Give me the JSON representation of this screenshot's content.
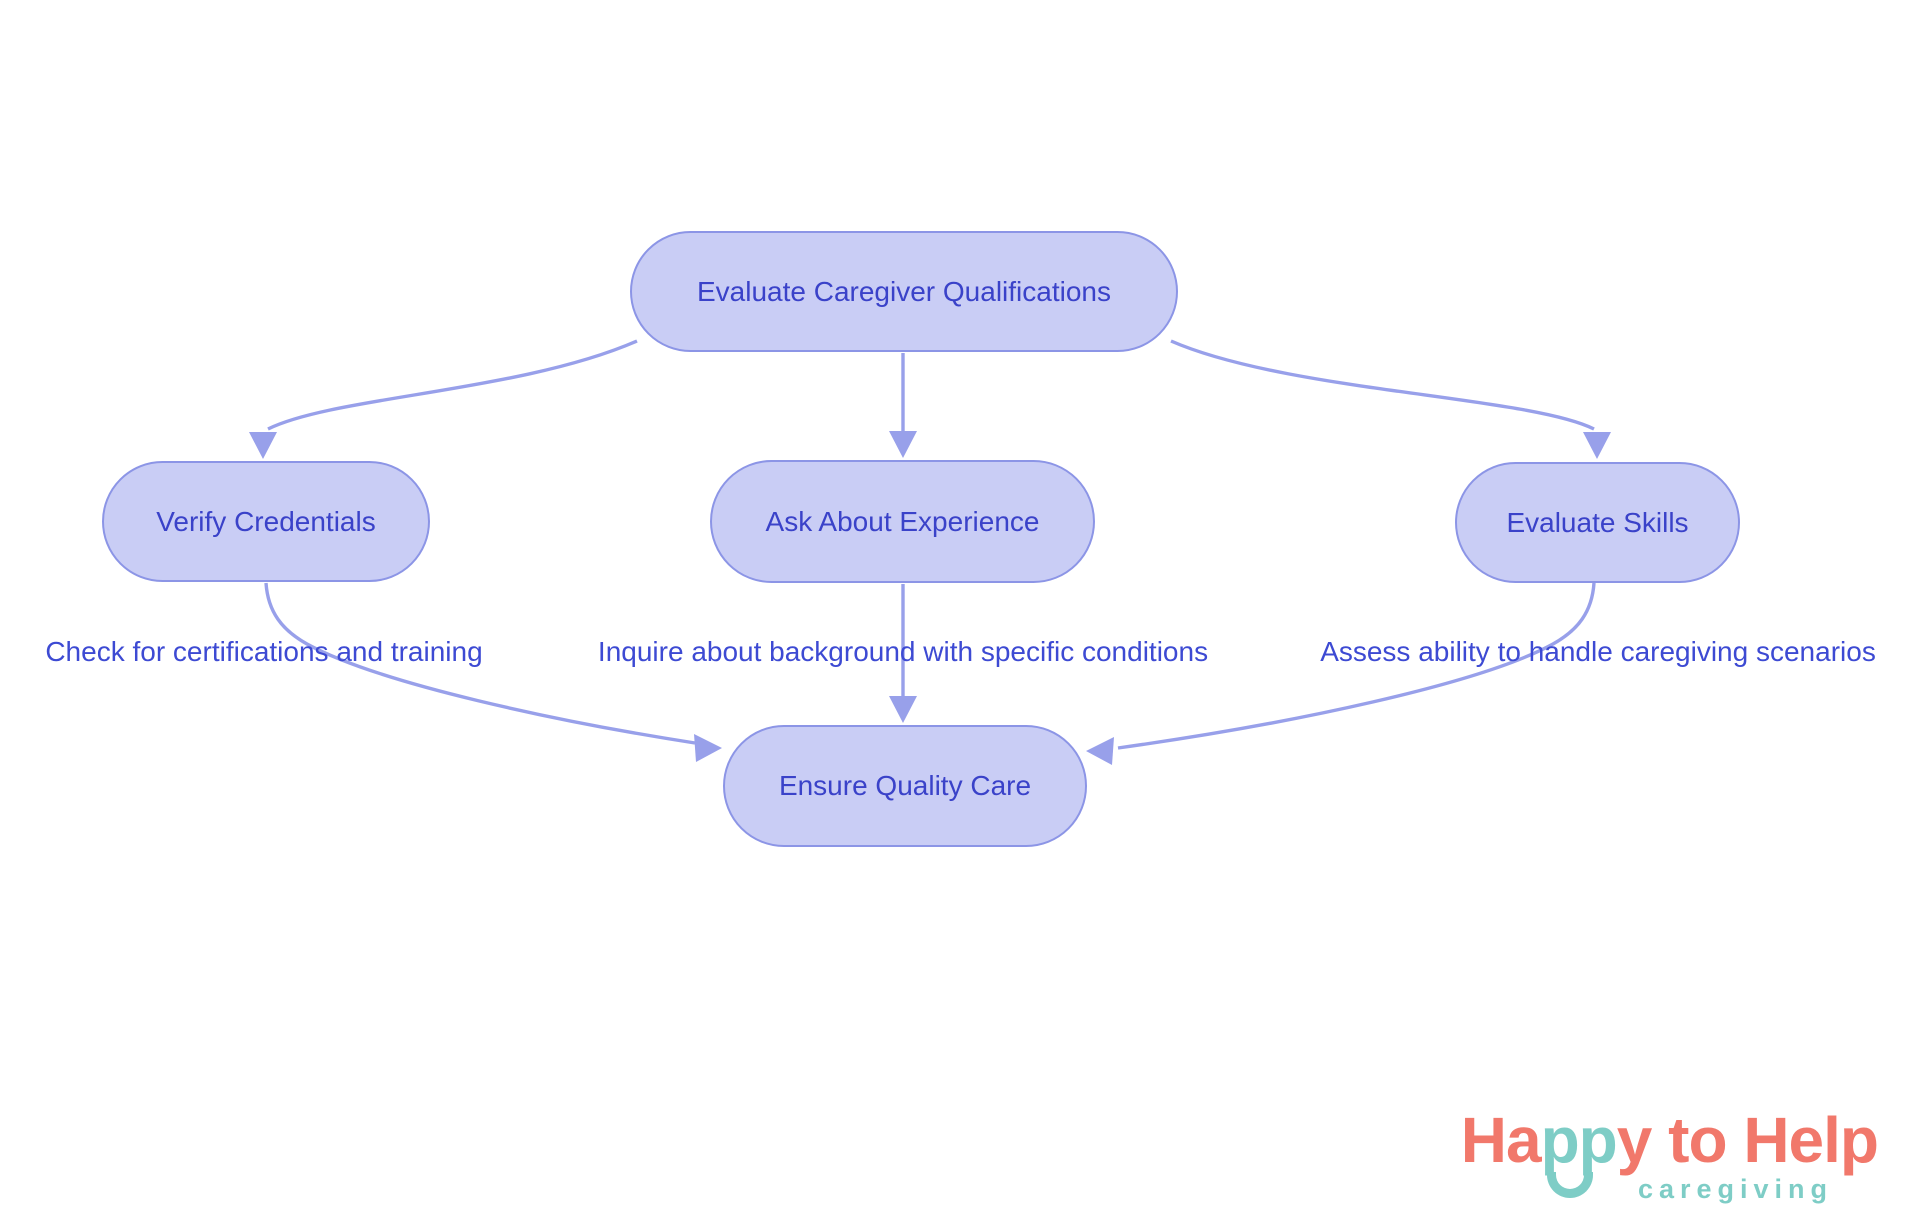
{
  "diagram": {
    "type": "flowchart",
    "background": "#ffffff",
    "colors": {
      "node_fill": "#c9cdf5",
      "node_border": "#8c95e6",
      "node_text": "#3a42c9",
      "edge_line": "#98a0ea",
      "edge_label_text": "#3d4ad3"
    },
    "nodes": [
      {
        "id": "evaluate-caregiver-qualifications",
        "label": "Evaluate Caregiver Qualifications"
      },
      {
        "id": "verify-credentials",
        "label": "Verify Credentials"
      },
      {
        "id": "ask-about-experience",
        "label": "Ask About Experience"
      },
      {
        "id": "evaluate-skills",
        "label": "Evaluate Skills"
      },
      {
        "id": "ensure-quality-care",
        "label": "Ensure Quality Care"
      }
    ],
    "edges": [
      {
        "from": "evaluate-caregiver-qualifications",
        "to": "verify-credentials",
        "label": ""
      },
      {
        "from": "evaluate-caregiver-qualifications",
        "to": "ask-about-experience",
        "label": ""
      },
      {
        "from": "evaluate-caregiver-qualifications",
        "to": "evaluate-skills",
        "label": ""
      },
      {
        "from": "verify-credentials",
        "to": "ensure-quality-care",
        "label": "Check for certifications and training"
      },
      {
        "from": "ask-about-experience",
        "to": "ensure-quality-care",
        "label": "Inquire about background with specific conditions"
      },
      {
        "from": "evaluate-skills",
        "to": "ensure-quality-care",
        "label": "Assess ability to handle caregiving scenarios"
      }
    ]
  },
  "logo": {
    "part_ha": "Ha",
    "part_pp": "pp",
    "part_y": "y",
    "part_to": " to ",
    "part_help": "Help",
    "subtitle": "caregiving",
    "coral": "#f1786b",
    "teal": "#7ecdc6"
  }
}
